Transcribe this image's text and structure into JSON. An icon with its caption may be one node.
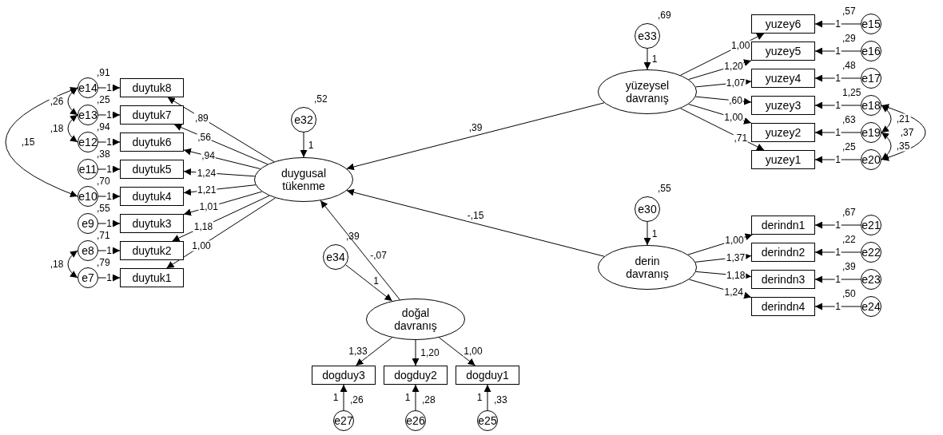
{
  "diagram": {
    "nodes": [
      {
        "text": [
          "e14"
        ],
        "beside": [
          ",91"
        ]
      },
      {
        "text": [
          "duytuk8"
        ]
      },
      {
        "text": [
          "e13"
        ],
        "beside": [
          ",25"
        ]
      },
      {
        "text": [
          "duytuk7"
        ]
      },
      {
        "text": [
          "e12"
        ],
        "beside": [
          ",94"
        ]
      },
      {
        "text": [
          "duytuk6"
        ]
      },
      {
        "text": [
          "e11"
        ],
        "beside": [
          ",38"
        ]
      },
      {
        "text": [
          "duytuk5"
        ]
      },
      {
        "text": [
          "e10"
        ],
        "beside": [
          ",70"
        ]
      },
      {
        "text": [
          "duytuk4"
        ]
      },
      {
        "text": [
          "e9"
        ],
        "beside": [
          ",55"
        ]
      },
      {
        "text": [
          "duytuk3"
        ]
      },
      {
        "text": [
          "e8"
        ],
        "beside": [
          ",71"
        ]
      },
      {
        "text": [
          "duytuk2"
        ]
      },
      {
        "text": [
          "e7"
        ],
        "beside": [
          ",79"
        ]
      },
      {
        "text": [
          "duytuk1"
        ]
      },
      {
        "text": [
          "e32"
        ],
        "beside": [
          ",52"
        ]
      },
      {
        "text": [
          "duygusal tükenme"
        ]
      },
      {
        "text": [
          "e33"
        ],
        "beside": [
          ",69"
        ]
      },
      {
        "text": [
          "yüzeysel davranış"
        ]
      },
      {
        "text": [
          "yuzey6"
        ]
      },
      {
        "text": [
          "e15"
        ],
        "beside": [
          ",57"
        ]
      },
      {
        "text": [
          "yuzey5"
        ]
      },
      {
        "text": [
          "e16"
        ],
        "beside": [
          ",29"
        ]
      },
      {
        "text": [
          "yuzey4"
        ]
      },
      {
        "text": [
          "e17"
        ],
        "beside": [
          ",48"
        ]
      },
      {
        "text": [
          "yuzey3"
        ]
      },
      {
        "text": [
          "e18"
        ],
        "beside": [
          "1,25"
        ]
      },
      {
        "text": [
          "yuzey2"
        ]
      },
      {
        "text": [
          "e19"
        ],
        "beside": [
          ",63"
        ]
      },
      {
        "text": [
          "yuzey1"
        ]
      },
      {
        "text": [
          "e20"
        ],
        "beside": [
          ",25"
        ]
      },
      {
        "text": [
          "e30"
        ],
        "beside": [
          ",55"
        ]
      },
      {
        "text": [
          "derin davranış"
        ]
      },
      {
        "text": [
          "derindn1"
        ]
      },
      {
        "text": [
          "e21"
        ],
        "beside": [
          ",67"
        ]
      },
      {
        "text": [
          "derindn2"
        ]
      },
      {
        "text": [
          "e22"
        ],
        "beside": [
          ",22"
        ]
      },
      {
        "text": [
          "derindn3"
        ]
      },
      {
        "text": [
          "e23"
        ],
        "beside": [
          ",39"
        ]
      },
      {
        "text": [
          "derindn4"
        ]
      },
      {
        "text": [
          "e24"
        ],
        "beside": [
          ",50"
        ]
      },
      {
        "text": [
          "e34"
        ],
        "beside": [
          ",39"
        ]
      },
      {
        "text": [
          "doğal davranış"
        ]
      },
      {
        "text": [
          "dogduy3"
        ]
      },
      {
        "text": [
          "dogduy2"
        ]
      },
      {
        "text": [
          "dogduy1"
        ]
      },
      {
        "text": [
          "e27"
        ],
        "beside": [
          ",26"
        ]
      },
      {
        "text": [
          "e26"
        ],
        "beside": [
          ",28"
        ]
      },
      {
        "text": [
          "e25"
        ],
        "beside": [
          ",33"
        ]
      }
    ],
    "edges": [
      {
        "from": 0,
        "to": 1,
        "arrow": "to",
        "label": "1"
      },
      {
        "from": 2,
        "to": 3,
        "arrow": "to",
        "label": "1"
      },
      {
        "from": 4,
        "to": 5,
        "arrow": "to",
        "label": "1"
      },
      {
        "from": 6,
        "to": 7,
        "arrow": "to",
        "label": "1"
      },
      {
        "from": 8,
        "to": 9,
        "arrow": "to",
        "label": "1"
      },
      {
        "from": 10,
        "to": 11,
        "arrow": "to",
        "label": "1"
      },
      {
        "from": 12,
        "to": 13,
        "arrow": "to",
        "label": "1"
      },
      {
        "from": 14,
        "to": 15,
        "arrow": "to",
        "label": "1"
      },
      {
        "from": 0,
        "to": 2,
        "arrow": "both",
        "label": ",26"
      },
      {
        "from": 2,
        "to": 4,
        "arrow": "both",
        "label": ",18"
      },
      {
        "from": 0,
        "to": 8,
        "arrow": "both",
        "label": ",15"
      },
      {
        "from": 12,
        "to": 14,
        "arrow": "both",
        "label": ",18"
      },
      {
        "from": 17,
        "to": 1,
        "arrow": "to",
        "label": ",89"
      },
      {
        "from": 17,
        "to": 3,
        "arrow": "to",
        "label": ",56"
      },
      {
        "from": 17,
        "to": 5,
        "arrow": "to",
        "label": ",94"
      },
      {
        "from": 17,
        "to": 7,
        "arrow": "to",
        "label": "1,24"
      },
      {
        "from": 17,
        "to": 9,
        "arrow": "to",
        "label": "1,21"
      },
      {
        "from": 17,
        "to": 11,
        "arrow": "to",
        "label": "1,01"
      },
      {
        "from": 17,
        "to": 13,
        "arrow": "to",
        "label": "1,18"
      },
      {
        "from": 17,
        "to": 15,
        "arrow": "to",
        "label": "1,00"
      },
      {
        "from": 16,
        "to": 17,
        "arrow": "to",
        "label": "1"
      },
      {
        "from": 18,
        "to": 19,
        "arrow": "to",
        "label": "1"
      },
      {
        "from": 19,
        "to": 17,
        "arrow": "to",
        "label": ",39"
      },
      {
        "from": 33,
        "to": 17,
        "arrow": "to",
        "label": "-,15"
      },
      {
        "from": 43,
        "to": 17,
        "arrow": "to",
        "label": "-,07"
      },
      {
        "from": 19,
        "to": 20,
        "arrow": "to",
        "label": "1,00"
      },
      {
        "from": 19,
        "to": 22,
        "arrow": "to",
        "label": "1,20"
      },
      {
        "from": 19,
        "to": 24,
        "arrow": "to",
        "label": "1,07"
      },
      {
        "from": 19,
        "to": 26,
        "arrow": "to",
        "label": ",60"
      },
      {
        "from": 19,
        "to": 28,
        "arrow": "to",
        "label": "1,00"
      },
      {
        "from": 19,
        "to": 30,
        "arrow": "to",
        "label": ",71"
      },
      {
        "from": 21,
        "to": 20,
        "arrow": "to",
        "label": "1"
      },
      {
        "from": 23,
        "to": 22,
        "arrow": "to",
        "label": "1"
      },
      {
        "from": 25,
        "to": 24,
        "arrow": "to",
        "label": "1"
      },
      {
        "from": 27,
        "to": 26,
        "arrow": "to",
        "label": "1"
      },
      {
        "from": 29,
        "to": 28,
        "arrow": "to",
        "label": "1"
      },
      {
        "from": 31,
        "to": 30,
        "arrow": "to",
        "label": "1"
      },
      {
        "from": 27,
        "to": 29,
        "arrow": "both",
        "label": ",21"
      },
      {
        "from": 29,
        "to": 31,
        "arrow": "both",
        "label": ",35"
      },
      {
        "from": 27,
        "to": 31,
        "arrow": "both",
        "label": ",37"
      },
      {
        "from": 32,
        "to": 33,
        "arrow": "to",
        "label": "1"
      },
      {
        "from": 33,
        "to": 34,
        "arrow": "to",
        "label": "1,00"
      },
      {
        "from": 33,
        "to": 36,
        "arrow": "to",
        "label": "1,37"
      },
      {
        "from": 33,
        "to": 38,
        "arrow": "to",
        "label": "1,18"
      },
      {
        "from": 33,
        "to": 40,
        "arrow": "to",
        "label": "1,24"
      },
      {
        "from": 35,
        "to": 34,
        "arrow": "to",
        "label": "1"
      },
      {
        "from": 37,
        "to": 36,
        "arrow": "to",
        "label": "1"
      },
      {
        "from": 39,
        "to": 38,
        "arrow": "to",
        "label": "1"
      },
      {
        "from": 41,
        "to": 40,
        "arrow": "to",
        "label": "1"
      },
      {
        "from": 42,
        "to": 43,
        "arrow": "to",
        "label": "1"
      },
      {
        "from": 43,
        "to": 44,
        "arrow": "to",
        "label": "1,33"
      },
      {
        "from": 43,
        "to": 45,
        "arrow": "to",
        "label": "1,20"
      },
      {
        "from": 43,
        "to": 46,
        "arrow": "to",
        "label": "1,00"
      },
      {
        "from": 47,
        "to": 44,
        "arrow": "to",
        "label": "1"
      },
      {
        "from": 48,
        "to": 45,
        "arrow": "to",
        "label": "1"
      },
      {
        "from": 49,
        "to": 46,
        "arrow": "to",
        "label": "1"
      }
    ]
  }
}
